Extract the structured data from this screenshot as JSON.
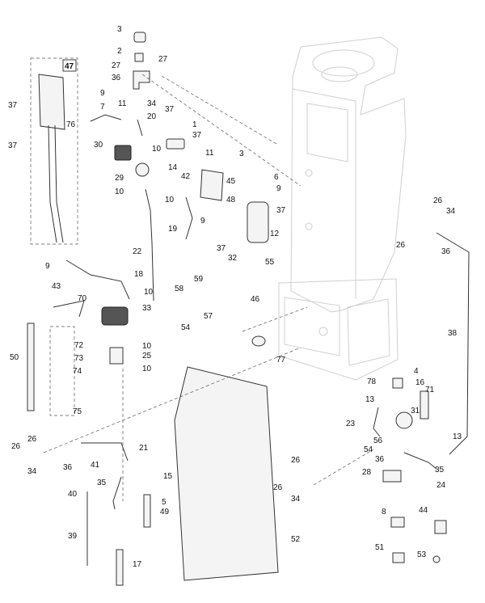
{
  "diagram": {
    "group_box_label": "47",
    "callouts": [
      {
        "id": "c1",
        "text": "1"
      },
      {
        "id": "c2",
        "text": "2"
      },
      {
        "id": "c3a",
        "text": "3"
      },
      {
        "id": "c3b",
        "text": "3"
      },
      {
        "id": "c4",
        "text": "4"
      },
      {
        "id": "c5",
        "text": "5"
      },
      {
        "id": "c6",
        "text": "6"
      },
      {
        "id": "c7",
        "text": "7"
      },
      {
        "id": "c8",
        "text": "8"
      },
      {
        "id": "c9a",
        "text": "9"
      },
      {
        "id": "c9b",
        "text": "9"
      },
      {
        "id": "c9c",
        "text": "9"
      },
      {
        "id": "c9d",
        "text": "9"
      },
      {
        "id": "c10a",
        "text": "10"
      },
      {
        "id": "c10b",
        "text": "10"
      },
      {
        "id": "c10c",
        "text": "10"
      },
      {
        "id": "c10d",
        "text": "10"
      },
      {
        "id": "c10e",
        "text": "10"
      },
      {
        "id": "c10f",
        "text": "10"
      },
      {
        "id": "c11a",
        "text": "11"
      },
      {
        "id": "c11b",
        "text": "11"
      },
      {
        "id": "c12",
        "text": "12"
      },
      {
        "id": "c13a",
        "text": "13"
      },
      {
        "id": "c13b",
        "text": "13"
      },
      {
        "id": "c14",
        "text": "14"
      },
      {
        "id": "c15",
        "text": "15"
      },
      {
        "id": "c16",
        "text": "16"
      },
      {
        "id": "c17",
        "text": "17"
      },
      {
        "id": "c18",
        "text": "18"
      },
      {
        "id": "c19",
        "text": "19"
      },
      {
        "id": "c20",
        "text": "20"
      },
      {
        "id": "c21",
        "text": "21"
      },
      {
        "id": "c22",
        "text": "22"
      },
      {
        "id": "c23",
        "text": "23"
      },
      {
        "id": "c24",
        "text": "24"
      },
      {
        "id": "c25",
        "text": "25"
      },
      {
        "id": "c26a",
        "text": "26"
      },
      {
        "id": "c26b",
        "text": "26"
      },
      {
        "id": "c26c",
        "text": "26"
      },
      {
        "id": "c26d",
        "text": "26"
      },
      {
        "id": "c26e",
        "text": "26"
      },
      {
        "id": "c26f",
        "text": "26"
      },
      {
        "id": "c27a",
        "text": "27"
      },
      {
        "id": "c27b",
        "text": "27"
      },
      {
        "id": "c28",
        "text": "28"
      },
      {
        "id": "c29",
        "text": "29"
      },
      {
        "id": "c30",
        "text": "30"
      },
      {
        "id": "c31",
        "text": "31"
      },
      {
        "id": "c32",
        "text": "32"
      },
      {
        "id": "c33",
        "text": "33"
      },
      {
        "id": "c34a",
        "text": "34"
      },
      {
        "id": "c34b",
        "text": "34"
      },
      {
        "id": "c34c",
        "text": "34"
      },
      {
        "id": "c34d",
        "text": "34"
      },
      {
        "id": "c35a",
        "text": "35"
      },
      {
        "id": "c35b",
        "text": "35"
      },
      {
        "id": "c36a",
        "text": "36"
      },
      {
        "id": "c36b",
        "text": "36"
      },
      {
        "id": "c36c",
        "text": "36"
      },
      {
        "id": "c36d",
        "text": "36"
      },
      {
        "id": "c37a",
        "text": "37"
      },
      {
        "id": "c37b",
        "text": "37"
      },
      {
        "id": "c37c",
        "text": "37"
      },
      {
        "id": "c37d",
        "text": "37"
      },
      {
        "id": "c37e",
        "text": "37"
      },
      {
        "id": "c37f",
        "text": "37"
      },
      {
        "id": "c38",
        "text": "38"
      },
      {
        "id": "c39",
        "text": "39"
      },
      {
        "id": "c40",
        "text": "40"
      },
      {
        "id": "c41",
        "text": "41"
      },
      {
        "id": "c42",
        "text": "42"
      },
      {
        "id": "c43",
        "text": "43"
      },
      {
        "id": "c44",
        "text": "44"
      },
      {
        "id": "c45",
        "text": "45"
      },
      {
        "id": "c46",
        "text": "46"
      },
      {
        "id": "c48",
        "text": "48"
      },
      {
        "id": "c49",
        "text": "49"
      },
      {
        "id": "c50",
        "text": "50"
      },
      {
        "id": "c51",
        "text": "51"
      },
      {
        "id": "c52",
        "text": "52"
      },
      {
        "id": "c53",
        "text": "53"
      },
      {
        "id": "c54a",
        "text": "54"
      },
      {
        "id": "c54b",
        "text": "54"
      },
      {
        "id": "c55",
        "text": "55"
      },
      {
        "id": "c56",
        "text": "56"
      },
      {
        "id": "c57",
        "text": "57"
      },
      {
        "id": "c58",
        "text": "58"
      },
      {
        "id": "c59",
        "text": "59"
      },
      {
        "id": "c70",
        "text": "70"
      },
      {
        "id": "c71",
        "text": "71"
      },
      {
        "id": "c72",
        "text": "72"
      },
      {
        "id": "c73",
        "text": "73"
      },
      {
        "id": "c74",
        "text": "74"
      },
      {
        "id": "c75",
        "text": "75"
      },
      {
        "id": "c76",
        "text": "76"
      },
      {
        "id": "c77",
        "text": "77"
      },
      {
        "id": "c78",
        "text": "78"
      }
    ]
  }
}
